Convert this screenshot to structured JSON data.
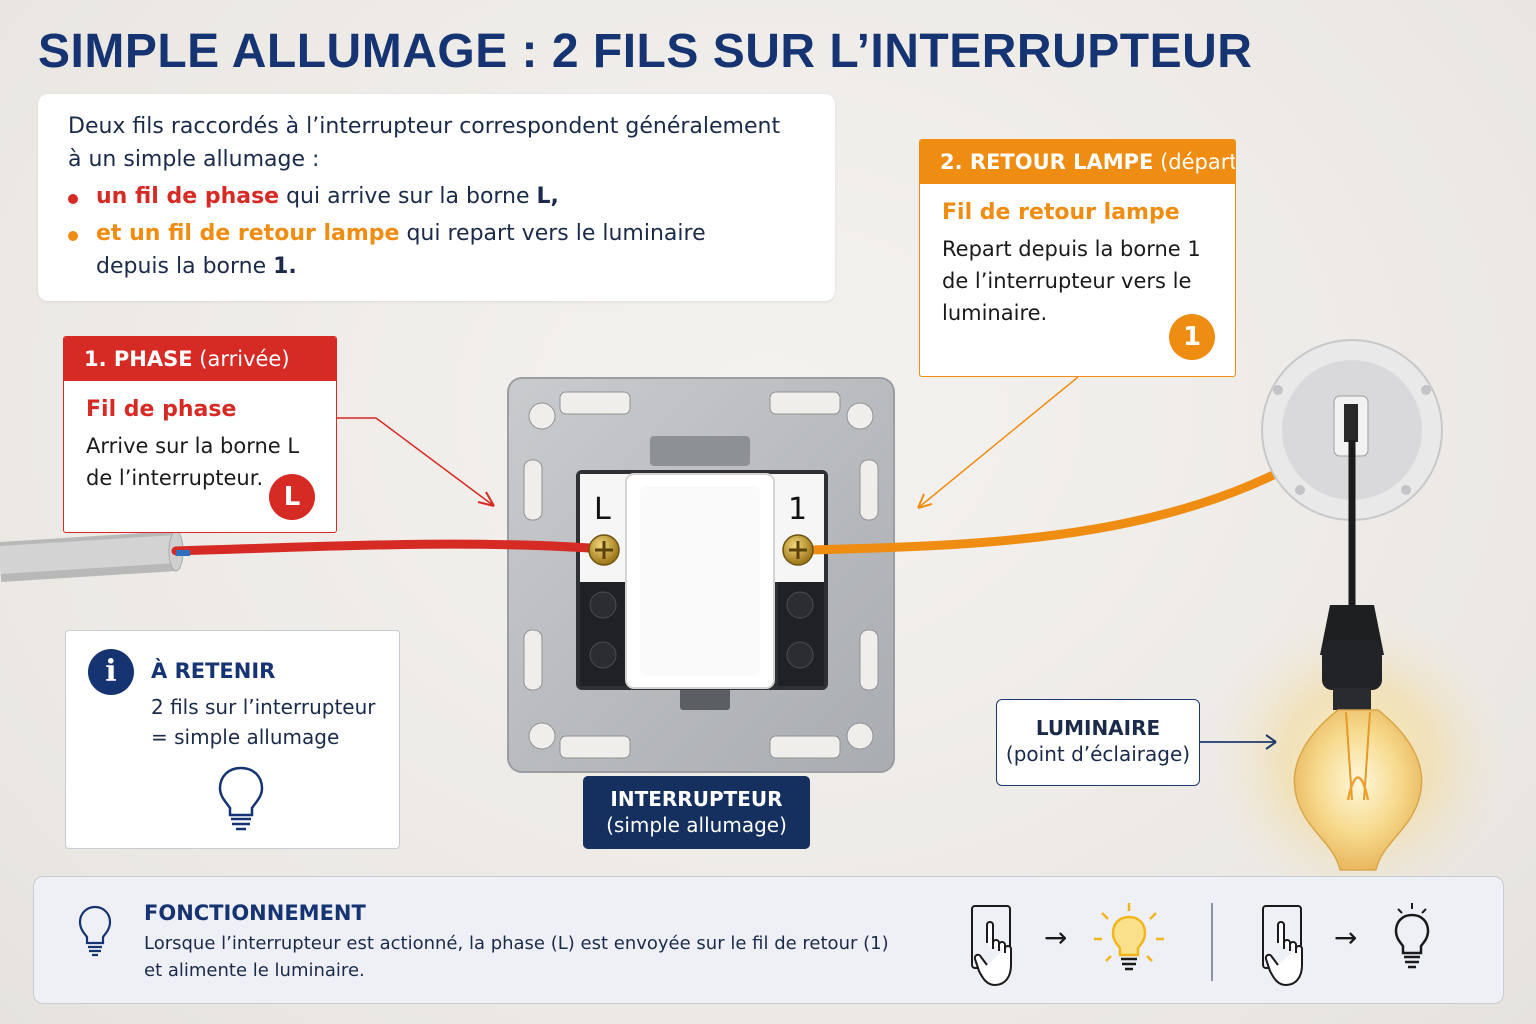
{
  "title": "SIMPLE ALLUMAGE : 2 FILS SUR L’INTERRUPTEUR",
  "intro": {
    "line1": "Deux fils raccordés à l’interrupteur correspondent généralement",
    "line2": "à un simple allumage :",
    "bullet1_strong": "un fil de phase",
    "bullet1_rest": " qui arrive sur la borne ",
    "bullet1_term": "L,",
    "bullet2_strong": "et un fil de retour lampe",
    "bullet2_rest": " qui repart vers le luminaire",
    "bullet2_line2": "depuis la borne ",
    "bullet2_term": "1."
  },
  "phase": {
    "header_bold": "1. PHASE",
    "header_rest": " (arrivée)",
    "sub": "Fil de phase",
    "line1": "Arrive sur la borne L",
    "line2": "de l’interrupteur.",
    "badge": "L"
  },
  "retour": {
    "header_bold": "2. RETOUR LAMPE",
    "header_rest": " (départ)",
    "sub": "Fil de retour lampe",
    "line1": "Repart depuis la borne 1",
    "line2": "de l’interrupteur vers le",
    "line3": "luminaire.",
    "badge": "1"
  },
  "switch": {
    "terminal_left": "L",
    "terminal_right": "1",
    "label_title": "INTERRUPTEUR",
    "label_sub": "(simple allumage)"
  },
  "retenir": {
    "icon": "i",
    "title": "À RETENIR",
    "line1": "2 fils sur l’interrupteur",
    "line2": "= simple allumage"
  },
  "luminaire": {
    "title": "LUMINAIRE",
    "sub": "(point d’éclairage)"
  },
  "fonctionnement": {
    "title": "FONCTIONNEMENT",
    "line1": "Lorsque l’interrupteur est actionné, la phase (L) est envoyée sur le fil de retour (1)",
    "line2": "et alimente le luminaire.",
    "arrow1": "→",
    "arrow2": "→"
  },
  "colors": {
    "title_blue": "#163472",
    "phase_red": "#d62a25",
    "retour_orange": "#ef8c12",
    "navy": "#15305f"
  },
  "icons": [
    "lightbulb-outline-icon",
    "info-icon",
    "hand-press-switch-icon",
    "lightbulb-on-icon",
    "lightbulb-off-icon",
    "arrow-right-icon"
  ]
}
